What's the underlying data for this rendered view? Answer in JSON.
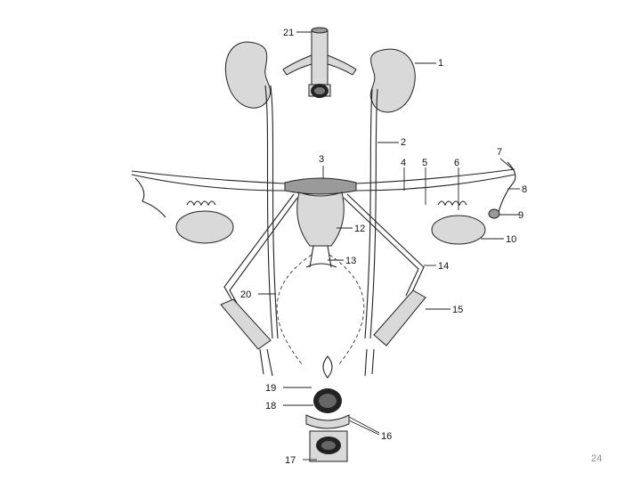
{
  "slide_number": "24",
  "labels": {
    "l1": "1",
    "l2": "2",
    "l3": "3",
    "l4": "4",
    "l5": "5",
    "l6": "6",
    "l7": "7",
    "l8": "8",
    "l9": "9",
    "l10": "10",
    "l12": "12",
    "l13": "13",
    "l14": "14",
    "l15": "15",
    "l16": "16",
    "l17": "17",
    "l18": "18",
    "l19": "19",
    "l20": "20",
    "l21": "21"
  }
}
